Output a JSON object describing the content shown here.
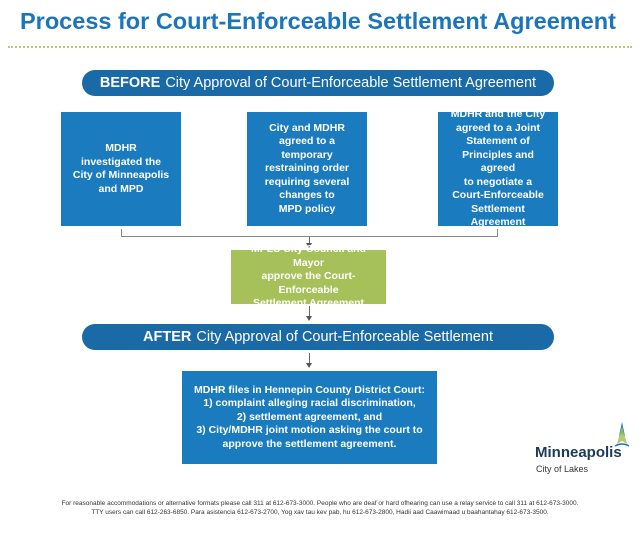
{
  "title": "Process for Court-Enforceable Settlement Agreement",
  "before_banner": {
    "bold": "BEFORE",
    "text": "City Approval of Court-Enforceable Settlement Agreement"
  },
  "before_boxes": [
    {
      "lines": [
        "MDHR",
        "investigated the",
        "City of Minneapolis",
        "and MPD"
      ]
    },
    {
      "lines": [
        "City and MDHR",
        "agreed to a temporary",
        "restraining order",
        "requiring several",
        "changes to",
        "MPD policy"
      ]
    },
    {
      "lines": [
        "MDHR and the City",
        "agreed to a Joint",
        "Statement of",
        "Principles and agreed",
        "to negotiate a",
        "Court-Enforceable",
        "Settlement Agreement"
      ]
    }
  ],
  "approval_box": {
    "lines": [
      "MPLS City Council and Mayor",
      "approve the Court-Enforceable",
      "Settlement Agreement"
    ]
  },
  "after_banner": {
    "bold": "AFTER",
    "text": "City Approval of Court-Enforceable Settlement"
  },
  "filing_box": {
    "lines": [
      "MDHR files in Hennepin County District Court:",
      "1) complaint alleging racial discrimination,",
      "2) settlement agreement, and",
      "3) City/MDHR joint motion asking the court to",
      "approve the settlement agreement."
    ]
  },
  "logo": {
    "name": "Minneapolis",
    "tagline": "City of Lakes"
  },
  "footer": {
    "lines": [
      "For reasonable accommodations or alternative formats please call 311 at 612-673-3000. People who are deaf or hard ofhearing can use a relay service to call 311 at 612-673-3000.",
      "TTY users can call 612-263-6850. Para asistencia 612-673-2700, Yog xav tau kev pab, hu 612-673-2800, Hadii aad Caawimaad u baahantahay 612-673-3500."
    ]
  },
  "colors": {
    "title_blue": "#1b75bb",
    "banner_blue": "#1a6aa7",
    "box_blue": "#1a7bbf",
    "box_green": "#a6c159",
    "dotted_rule": "#b7cc6a"
  }
}
